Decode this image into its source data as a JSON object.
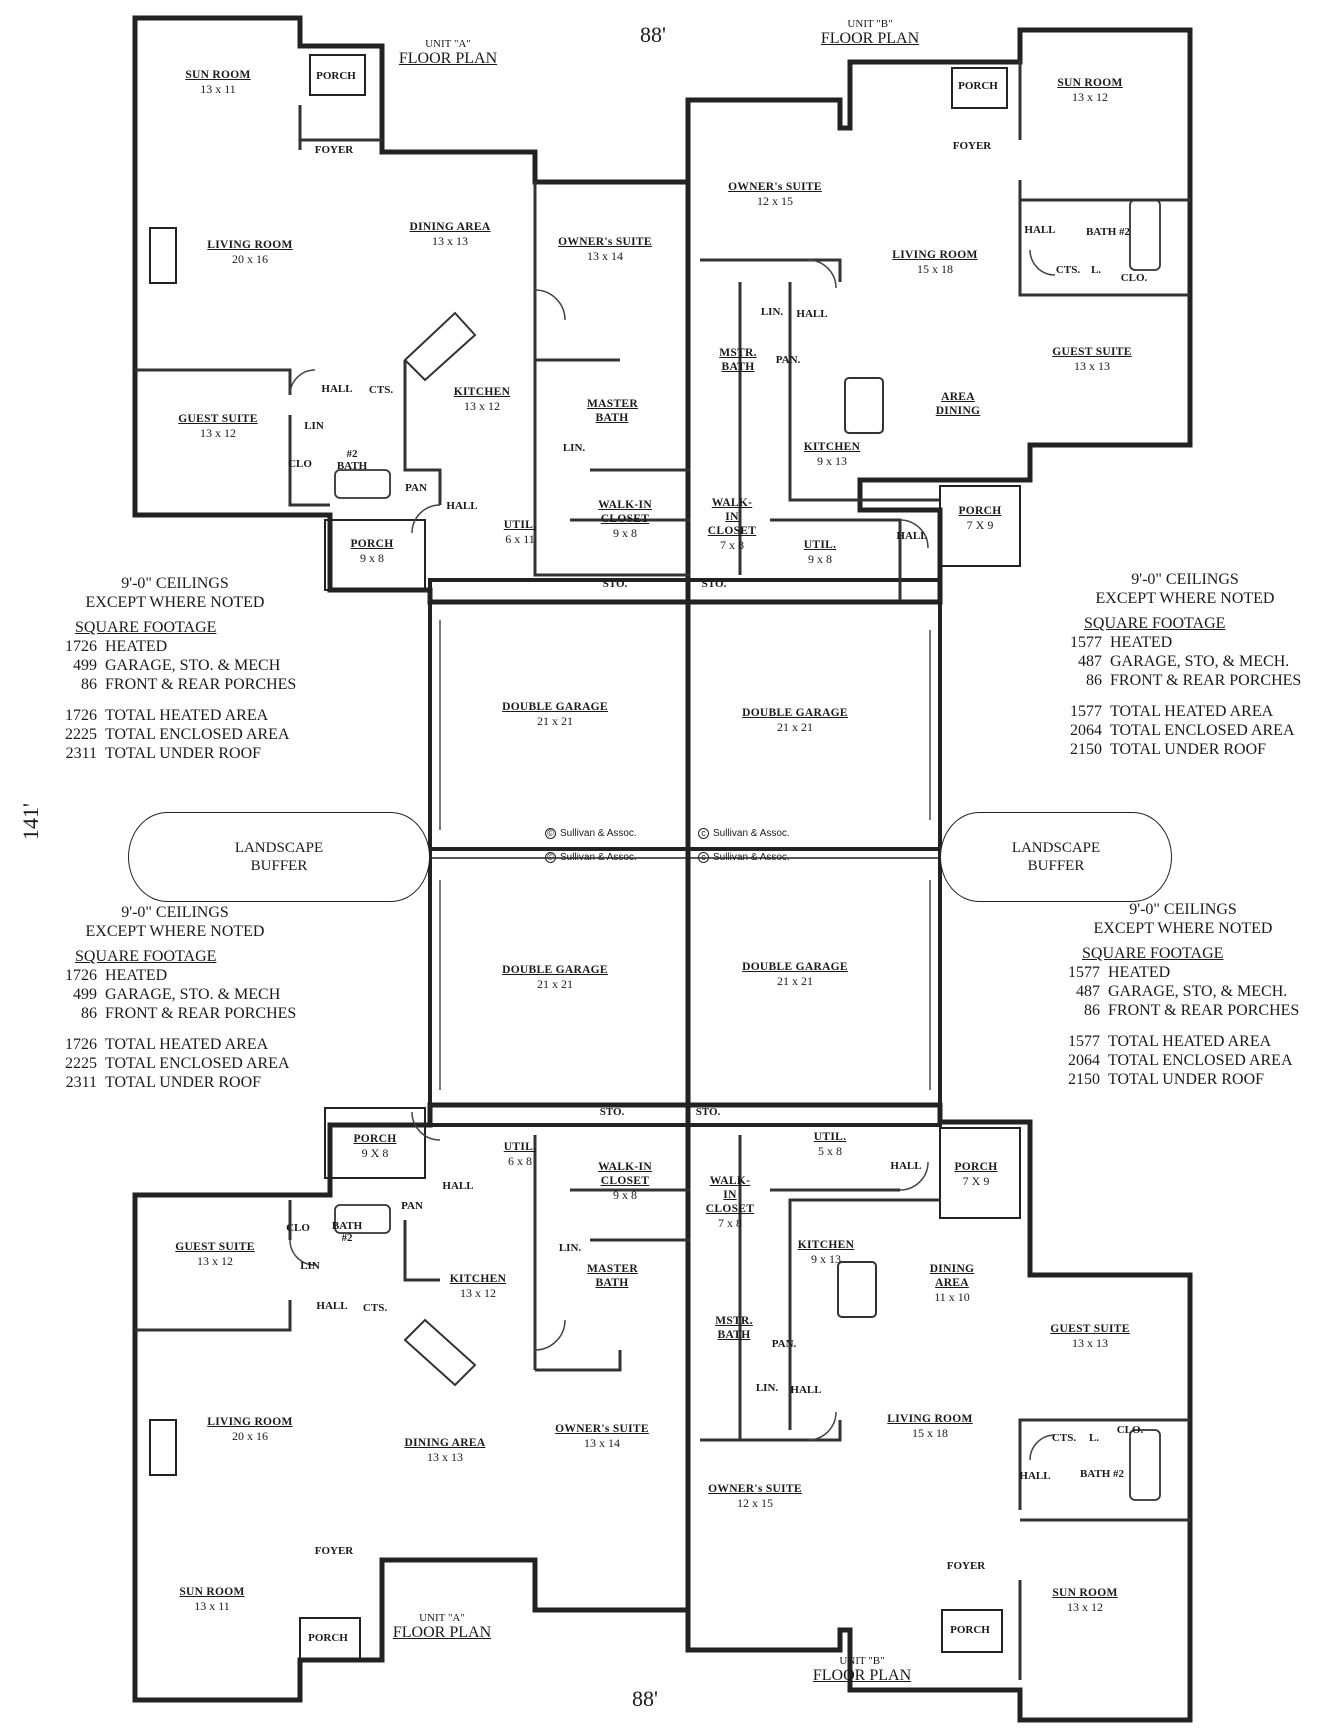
{
  "dimensions": {
    "width_top": "88'",
    "width_bottom": "88'",
    "depth": "141'"
  },
  "units": {
    "a_top": {
      "unit": "UNIT \"A\"",
      "plan": "FLOOR PLAN"
    },
    "b_top": {
      "unit": "UNIT \"B\"",
      "plan": "FLOOR PLAN"
    },
    "a_bottom": {
      "unit": "UNIT \"A\"",
      "plan": "FLOOR PLAN"
    },
    "b_bottom": {
      "unit": "UNIT \"B\"",
      "plan": "FLOOR PLAN"
    }
  },
  "notes": {
    "a": {
      "ceilings": "9'-0\" CEILINGS",
      "except": "EXCEPT WHERE NOTED",
      "heading": "SQUARE FOOTAGE",
      "rows": [
        {
          "n": "1726",
          "t": "HEATED"
        },
        {
          "n": "499",
          "t": "GARAGE, STO. & MECH"
        },
        {
          "n": "86",
          "t": "FRONT & REAR PORCHES"
        }
      ],
      "totals": [
        {
          "n": "1726",
          "t": "TOTAL HEATED AREA"
        },
        {
          "n": "2225",
          "t": "TOTAL ENCLOSED AREA"
        },
        {
          "n": "2311",
          "t": "TOTAL UNDER ROOF"
        }
      ]
    },
    "b": {
      "ceilings": "9'-0\" CEILINGS",
      "except": "EXCEPT WHERE NOTED",
      "heading": "SQUARE FOOTAGE",
      "rows": [
        {
          "n": "1577",
          "t": "HEATED"
        },
        {
          "n": "487",
          "t": "GARAGE, STO, & MECH."
        },
        {
          "n": "86",
          "t": "FRONT & REAR PORCHES"
        }
      ],
      "totals": [
        {
          "n": "1577",
          "t": "TOTAL HEATED AREA"
        },
        {
          "n": "2064",
          "t": "TOTAL ENCLOSED AREA"
        },
        {
          "n": "2150",
          "t": "TOTAL UNDER ROOF"
        }
      ]
    }
  },
  "buffers": {
    "left": "LANDSCAPE\nBUFFER",
    "right": "LANDSCAPE\nBUFFER"
  },
  "credits": [
    "Sullivan & Assoc.",
    "Sullivan & Assoc.",
    "Sullivan & Assoc.",
    "Sullivan & Assoc."
  ],
  "rooms": {
    "a_top": [
      {
        "name": "SUN ROOM",
        "dim": "13 x 11"
      },
      {
        "name": "LIVING ROOM",
        "dim": "20 x 16"
      },
      {
        "name": "DINING AREA",
        "dim": "13 x 13"
      },
      {
        "name": "OWNER's SUITE",
        "dim": "13 x 14"
      },
      {
        "name": "GUEST SUITE",
        "dim": "13 x 12"
      },
      {
        "name": "KITCHEN",
        "dim": "13 x 12"
      },
      {
        "name": "MASTER BATH",
        "dim": ""
      },
      {
        "name": "WALK-IN CLOSET",
        "dim": "9 x 8"
      },
      {
        "name": "UTIL.",
        "dim": "6 x 11"
      },
      {
        "name": "PORCH",
        "dim": "9 x 8"
      },
      {
        "name": "DOUBLE GARAGE",
        "dim": "21 x 21"
      }
    ],
    "b_top": [
      {
        "name": "SUN ROOM",
        "dim": "13 x 12"
      },
      {
        "name": "OWNER's SUITE",
        "dim": "12 x 15"
      },
      {
        "name": "LIVING ROOM",
        "dim": "15 x 18"
      },
      {
        "name": "GUEST SUITE",
        "dim": "13 x 13"
      },
      {
        "name": "AREA DINING",
        "dim": ""
      },
      {
        "name": "KITCHEN",
        "dim": "9 x 13"
      },
      {
        "name": "MSTR. BATH",
        "dim": ""
      },
      {
        "name": "WALK-IN CLOSET",
        "dim": "7 x 8"
      },
      {
        "name": "UTIL.",
        "dim": "9 x 8"
      },
      {
        "name": "PORCH",
        "dim": "7 X 9"
      },
      {
        "name": "DOUBLE GARAGE",
        "dim": "21 x 21"
      }
    ],
    "a_bottom": [
      {
        "name": "DOUBLE GARAGE",
        "dim": "21 x 21"
      },
      {
        "name": "PORCH",
        "dim": "9 X 8"
      },
      {
        "name": "UTIL.",
        "dim": "6 x 8"
      },
      {
        "name": "WALK-IN CLOSET",
        "dim": "9 x 8"
      },
      {
        "name": "GUEST SUITE",
        "dim": "13 x 12"
      },
      {
        "name": "KITCHEN",
        "dim": "13 x 12"
      },
      {
        "name": "MASTER BATH",
        "dim": ""
      },
      {
        "name": "LIVING ROOM",
        "dim": "20 x 16"
      },
      {
        "name": "DINING AREA",
        "dim": "13 x 13"
      },
      {
        "name": "OWNER's SUITE",
        "dim": "13 x 14"
      },
      {
        "name": "SUN ROOM",
        "dim": "13 x 11"
      }
    ],
    "b_bottom": [
      {
        "name": "DOUBLE GARAGE",
        "dim": "21 x 21"
      },
      {
        "name": "UTIL.",
        "dim": "5 x 8"
      },
      {
        "name": "WALK-IN CLOSET",
        "dim": "7 x 8"
      },
      {
        "name": "PORCH",
        "dim": "7 X 9"
      },
      {
        "name": "KITCHEN",
        "dim": "9 x 13"
      },
      {
        "name": "DINING AREA",
        "dim": "11 x 10"
      },
      {
        "name": "GUEST SUITE",
        "dim": "13 x 13"
      },
      {
        "name": "MSTR. BATH",
        "dim": ""
      },
      {
        "name": "LIVING ROOM",
        "dim": "15 x 18"
      },
      {
        "name": "OWNER's SUITE",
        "dim": "12 x 15"
      },
      {
        "name": "SUN ROOM",
        "dim": "13 x 12"
      }
    ]
  },
  "tags": {
    "a_top": [
      "PORCH",
      "FOYER",
      "HALL",
      "CTS.",
      "LIN",
      "CLO",
      "#2 BATH",
      "PAN",
      "HALL",
      "LIN.",
      "STO."
    ],
    "b_top": [
      "PORCH",
      "FOYER",
      "HALL",
      "BATH #2",
      "CTS.",
      "L.",
      "CLO.",
      "LIN.",
      "HALL",
      "PAN.",
      "HALL",
      "STO."
    ],
    "a_bottom": [
      "STO.",
      "HALL",
      "PAN",
      "CLO",
      "BATH #2",
      "LIN",
      "HALL",
      "CTS.",
      "LIN.",
      "FOYER",
      "PORCH"
    ],
    "b_bottom": [
      "STO.",
      "HALL",
      "PAN.",
      "LIN.",
      "HALL",
      "CTS.",
      "L.",
      "CLO.",
      "HALL",
      "BATH #2",
      "FOYER",
      "PORCH"
    ]
  }
}
